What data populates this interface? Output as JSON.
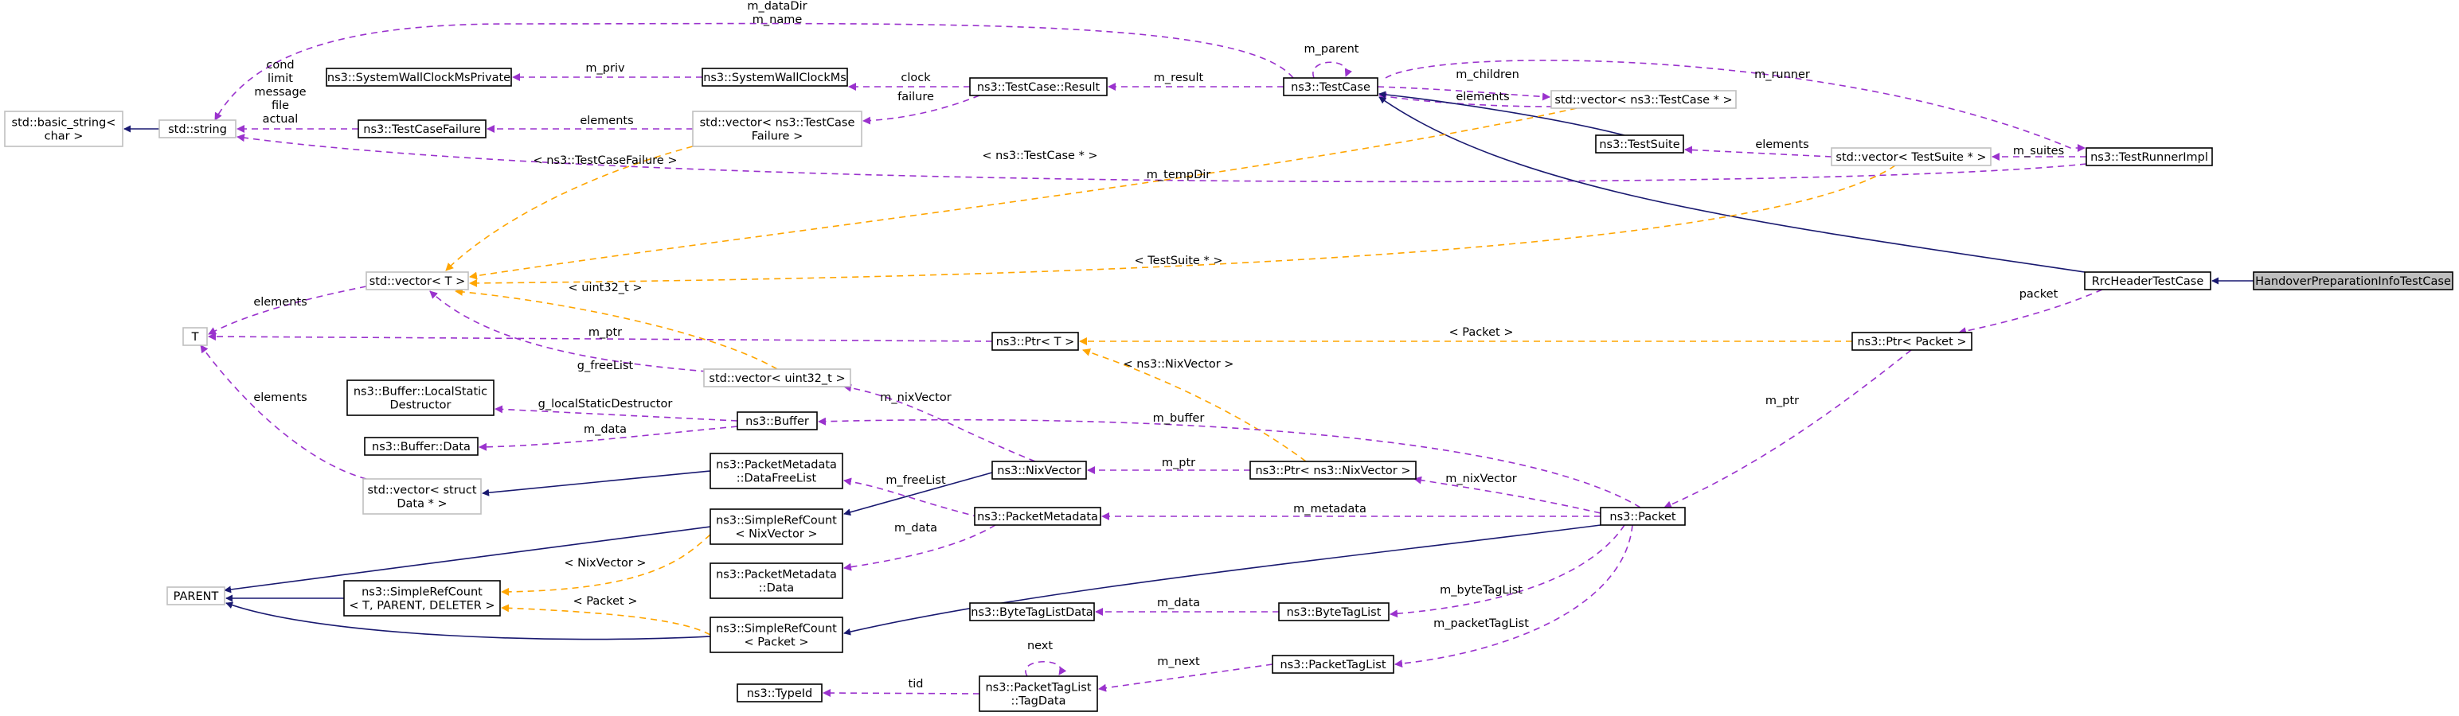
{
  "colors": {
    "inheritance": "#191970",
    "usage": "#9a32cd",
    "template": "#ffa500",
    "node_border": "#000000",
    "template_node_border": "#bfbfbf",
    "highlight_fill": "#bfbfbf"
  },
  "nodes": {
    "basic_string": [
      "std::basic_string<",
      "char >"
    ],
    "string": [
      "std::string"
    ],
    "clock_private": [
      "ns3::SystemWallClockMsPrivate"
    ],
    "test_case_failure": [
      "ns3::TestCaseFailure"
    ],
    "vector_failure": [
      "std::vector< ns3::TestCase",
      "Failure >"
    ],
    "clock_ms": [
      "ns3::SystemWallClockMs"
    ],
    "result": [
      "ns3::TestCase::Result"
    ],
    "test_case": [
      "ns3::TestCase"
    ],
    "vector_test_case": [
      "std::vector< ns3::TestCase * >"
    ],
    "test_suite": [
      "ns3::TestSuite"
    ],
    "vector_suite": [
      "std::vector< TestSuite * >"
    ],
    "runner_impl": [
      "ns3::TestRunnerImpl"
    ],
    "vector_t": [
      "std::vector< T >"
    ],
    "t": [
      "T"
    ],
    "rrc_header": [
      "RrcHeaderTestCase"
    ],
    "handover": [
      "HandoverPreparationInfoTestCase"
    ],
    "ptr_t": [
      "ns3::Ptr< T >"
    ],
    "ptr_packet": [
      "ns3::Ptr< Packet >"
    ],
    "vector_uint32": [
      "std::vector< uint32_t >"
    ],
    "local_static": [
      "ns3::Buffer::LocalStatic",
      "Destructor"
    ],
    "buffer": [
      "ns3::Buffer"
    ],
    "buffer_data": [
      "ns3::Buffer::Data"
    ],
    "vector_struct": [
      "std::vector< struct",
      "Data * >"
    ],
    "data_free_list": [
      "ns3::PacketMetadata",
      "::DataFreeList"
    ],
    "nix_vector": [
      "ns3::NixVector"
    ],
    "ptr_nix": [
      "ns3::Ptr< ns3::NixVector >"
    ],
    "packet_metadata": [
      "ns3::PacketMetadata"
    ],
    "packet": [
      "ns3::Packet"
    ],
    "simple_nix": [
      "ns3::SimpleRefCount",
      "< NixVector >"
    ],
    "parent": [
      "PARENT"
    ],
    "simple_ref": [
      "ns3::SimpleRefCount",
      "< T, PARENT, DELETER >"
    ],
    "metadata_data": [
      "ns3::PacketMetadata",
      "::Data"
    ],
    "simple_packet": [
      "ns3::SimpleRefCount",
      "< Packet >"
    ],
    "byte_tag_list_data": [
      "ns3::ByteTagListData"
    ],
    "byte_tag_list": [
      "ns3::ByteTagList"
    ],
    "type_id": [
      "ns3::TypeId"
    ],
    "tag_data": [
      "ns3::PacketTagList",
      "::TagData"
    ],
    "packet_tag_list": [
      "ns3::PacketTagList"
    ]
  },
  "edge_labels": {
    "data_dir": [
      "m_dataDir",
      "m_name"
    ],
    "string_fields": [
      "cond",
      "limit",
      "message",
      "file",
      "actual"
    ],
    "m_priv": [
      "m_priv"
    ],
    "clock": [
      "clock"
    ],
    "m_result": [
      "m_result"
    ],
    "m_parent": [
      "m_parent"
    ],
    "m_children": [
      "m_children"
    ],
    "elements_tc": [
      "elements"
    ],
    "m_runner": [
      "m_runner"
    ],
    "elements_failure": [
      "elements"
    ],
    "failure": [
      "failure"
    ],
    "elements_suite": [
      "elements"
    ],
    "m_suites": [
      "m_suites"
    ],
    "test_case_failure_arg": [
      "< ns3::TestCaseFailure >"
    ],
    "test_case_ptr_arg": [
      "< ns3::TestCase * >"
    ],
    "m_temp_dir": [
      "m_tempDir"
    ],
    "test_suite_arg": [
      "< TestSuite * >"
    ],
    "packet": [
      "packet"
    ],
    "elements_t": [
      "elements"
    ],
    "uint32_arg": [
      "< uint32_t >"
    ],
    "m_ptr_t": [
      "m_ptr"
    ],
    "packet_arg": [
      "< Packet >"
    ],
    "g_free_list": [
      "g_freeList"
    ],
    "m_nix_vector_tpl": [
      "m_nixVector"
    ],
    "nix_vector_arg": [
      "< ns3::NixVector >"
    ],
    "elements_struct": [
      "elements"
    ],
    "g_local_static": [
      "g_localStaticDestructor"
    ],
    "m_data_buffer": [
      "m_data"
    ],
    "m_buffer": [
      "m_buffer"
    ],
    "m_ptr_packet": [
      "m_ptr"
    ],
    "m_ptr_nix": [
      "m_ptr"
    ],
    "m_nix_vector": [
      "m_nixVector"
    ],
    "m_free_list": [
      "m_freeList"
    ],
    "m_metadata": [
      "m_metadata"
    ],
    "m_data_metadata": [
      "m_data"
    ],
    "nix_vector_short_arg": [
      "< NixVector >"
    ],
    "packet_short_arg": [
      "< Packet >"
    ],
    "m_data_byte": [
      "m_data"
    ],
    "m_byte_tag_list": [
      "m_byteTagList"
    ],
    "m_packet_tag_list": [
      "m_packetTagList"
    ],
    "next": [
      "next"
    ],
    "tid": [
      "tid"
    ],
    "m_next": [
      "m_next"
    ]
  }
}
